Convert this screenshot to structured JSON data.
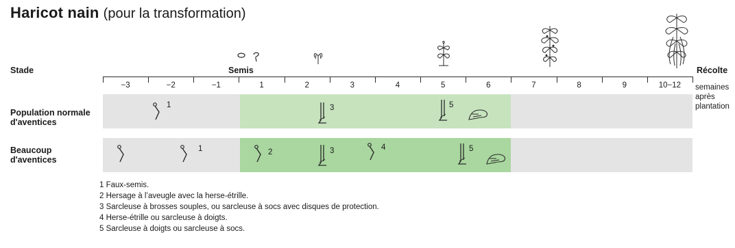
{
  "title": {
    "bold": "Haricot nain",
    "sub": "(pour la transformation)"
  },
  "stage_label": "Stade",
  "semis_label": "Semis",
  "recolte_label": "Récolte",
  "weeks_unit": [
    "semaines",
    "après",
    "plantation"
  ],
  "weeks": [
    "−3",
    "−2",
    "−1",
    "1",
    "2",
    "3",
    "4",
    "5",
    "6",
    "7",
    "8",
    "9",
    "10−12"
  ],
  "rows": [
    {
      "label_line1": "Population normale",
      "label_line2": "d'aventices",
      "markers": [
        "1",
        "3",
        "5"
      ]
    },
    {
      "label_line1": "Beaucoup",
      "label_line2": "d'aventices",
      "markers": [
        "1",
        "2",
        "3",
        "4",
        "5"
      ]
    }
  ],
  "legend": [
    "1 Faux-semis.",
    "2 Hersage à l’aveugle avec la herse-étrille.",
    "3 Sarcleuse à brosses souples, ou sarcleuse à socs avec disques de protection.",
    "4 Herse-étrille ou sarcleuse à doigts.",
    "5 Sarcleuse à doigts ou sarcleuse à socs."
  ],
  "colors": {
    "grey_bg": "#e4e4e5",
    "green_bg": "#c6e3be",
    "green_bg2": "#a9d79f",
    "line": "#2a2a2a"
  },
  "icons": [
    "seedling-icon",
    "bean-plant-icon",
    "tine-harrow-icon",
    "hoe-blade-icon",
    "finger-weeder-icon"
  ]
}
